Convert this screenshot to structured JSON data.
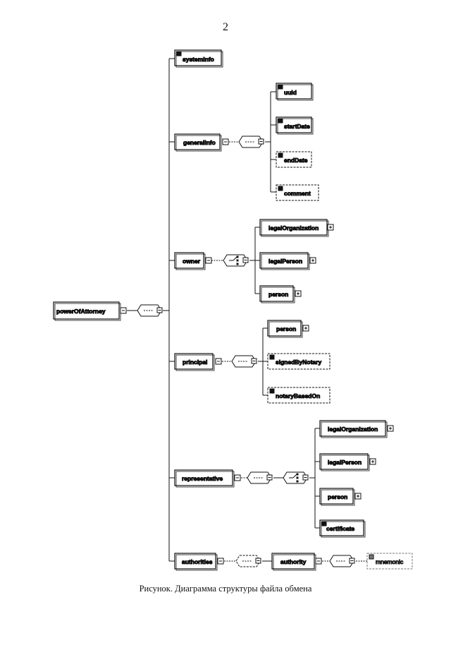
{
  "page": {
    "number": "2"
  },
  "caption": "Рисунок. Диаграмма структуры файла обмена",
  "colors": {
    "ink": "#111111",
    "paper": "#ffffff",
    "dashed": "#444444"
  },
  "icons": {
    "element": "element-icon",
    "sequence": "sequence-compositor-icon",
    "choice": "choice-compositor-icon",
    "expand": "expand-plus-icon",
    "collapse": "collapse-minus-icon"
  },
  "nodes": {
    "root": "powerOfAttorney",
    "systemInfo": "systemInfo",
    "generalInfo": "generalInfo",
    "uuid": "uuid",
    "startDate": "startDate",
    "endDate": "endDate",
    "comment": "comment",
    "owner": "owner",
    "owner_legalOrganization": "legalOrganization",
    "owner_legalPerson": "legalPerson",
    "owner_person": "person",
    "principal": "principal",
    "principal_person": "person",
    "signedByNotary": "signedByNotary",
    "notaryBasedOn": "notaryBasedOn",
    "representative": "representative",
    "rep_legalOrganization": "legalOrganization",
    "rep_legalPerson": "legalPerson",
    "rep_person": "person",
    "certificate": "certificate",
    "authorities": "authorities",
    "authority": "authority",
    "mnemonic": "mnemonic"
  }
}
